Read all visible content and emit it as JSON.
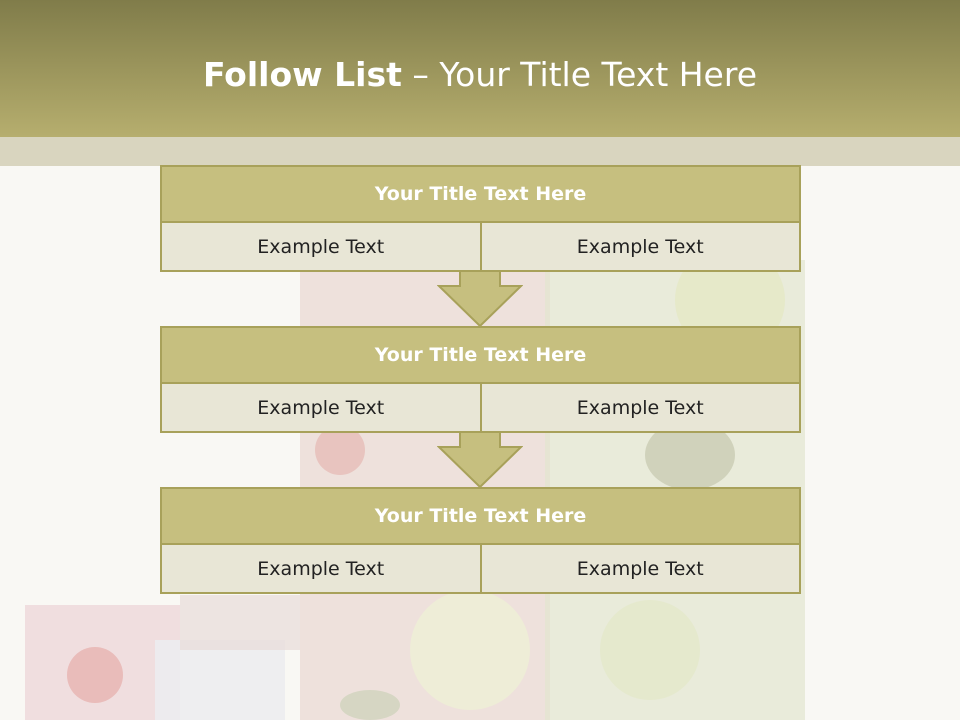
{
  "slide": {
    "title_bold": "Follow List",
    "title_rest": "– Your Title Text Here"
  },
  "steps": [
    {
      "title": "Your Title Text Here",
      "left": "Example Text",
      "right": "Example Text"
    },
    {
      "title": "Your Title Text Here",
      "left": "Example Text",
      "right": "Example Text"
    },
    {
      "title": "Your Title Text Here",
      "left": "Example Text",
      "right": "Example Text"
    }
  ],
  "colors": {
    "header": "#9c9659",
    "box_title": "#c6bf7f",
    "box_border": "#a8a15a",
    "cell": "#e8e6d6"
  }
}
